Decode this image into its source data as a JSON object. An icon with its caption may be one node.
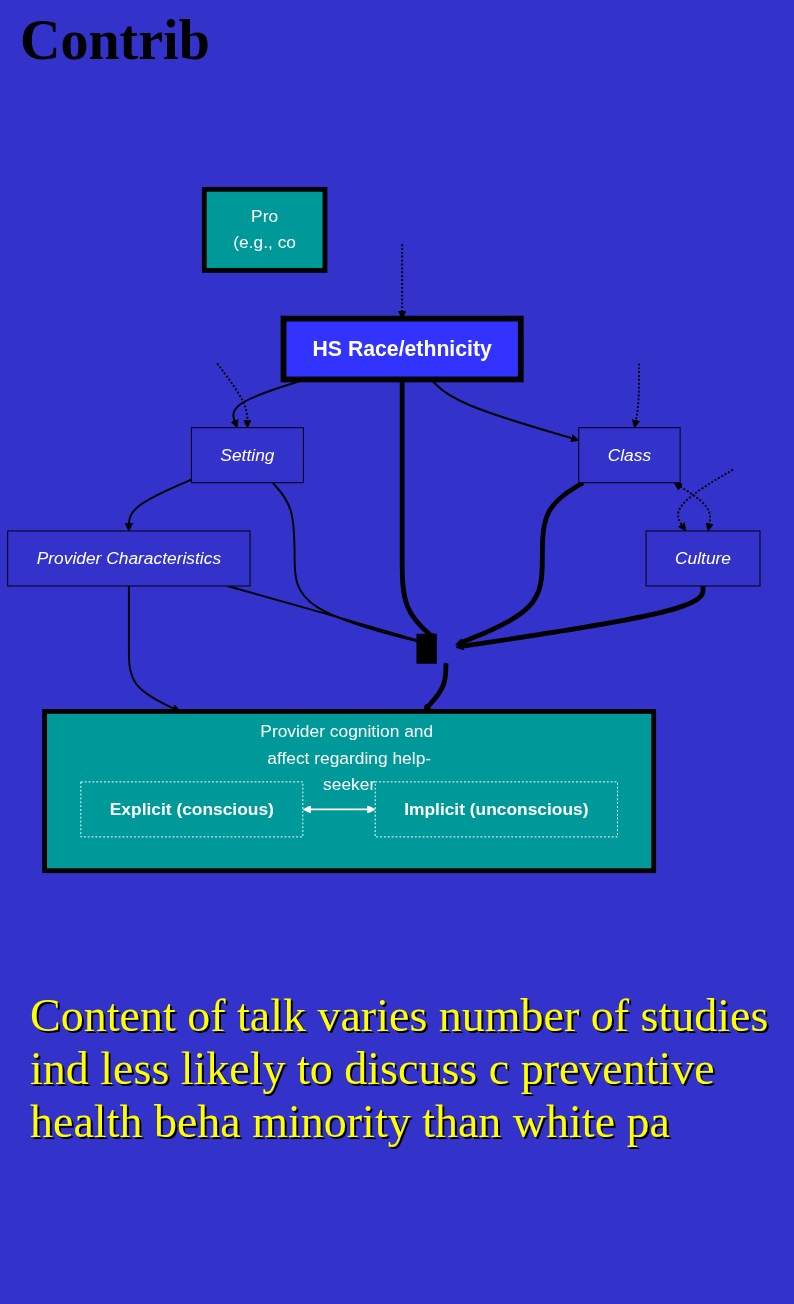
{
  "diagram": {
    "title": "Contrib",
    "nodes": [
      {
        "text": [
          "Setting"
        ]
      },
      {
        "text": [
          "Provider Characteristics"
        ]
      },
      {
        "text": [
          "HS Race/ethnicity"
        ]
      },
      {
        "text": [
          "Provider cognition and affect regarding help-seeker"
        ]
      },
      {
        "text": [
          "Explicit (conscious)"
        ],
        "in": 3
      },
      {
        "text": [
          "Implicit (unconscious)"
        ],
        "in": 3
      },
      {
        "text": [
          "Class"
        ]
      },
      {
        "text": [
          "Culture"
        ]
      },
      {
        "text": [
          "Pro",
          "(e.g., co"
        ]
      },
      {
        "text": [],
        "shape": "bar"
      }
    ],
    "edges": [
      {
        "from": 0,
        "to": 1,
        "arrow": "to"
      },
      {
        "from": 2,
        "to": 0,
        "arrow": "to"
      },
      {
        "from": 1,
        "to": 3,
        "arrow": "to"
      },
      {
        "from": 0,
        "to": 9,
        "arrow": "to"
      },
      {
        "from": 1,
        "to": 9,
        "arrow": "to"
      },
      {
        "from": 2,
        "to": 9,
        "arrow": "to",
        "style": "thick"
      },
      {
        "from": 4,
        "to": 5,
        "arrow": "both",
        "color": "#ffffff"
      },
      {
        "from": 2,
        "to": 6,
        "arrow": "to"
      },
      {
        "from": 6,
        "to": 9,
        "arrow": "to",
        "style": "thick"
      },
      {
        "from": 7,
        "to": 9,
        "arrow": "to",
        "style": "thick"
      },
      {
        "from": 9,
        "to": 3,
        "arrow": "to",
        "style": "thick"
      },
      {
        "from": null,
        "to": 0,
        "arrow": "to",
        "style": "dashed"
      },
      {
        "from": null,
        "to": 6,
        "arrow": "to",
        "style": "dashed"
      },
      {
        "from": null,
        "to": 2,
        "arrow": "to",
        "style": "dashed"
      },
      {
        "from": null,
        "to": 7,
        "arrow": "to",
        "style": "dashed"
      },
      {
        "from": 6,
        "to": 7,
        "arrow": "both",
        "style": "dashed"
      }
    ],
    "labels": [
      "Content of talk varies number of studies ind less likely to discuss c preventive health beha minority than white pa"
    ]
  }
}
